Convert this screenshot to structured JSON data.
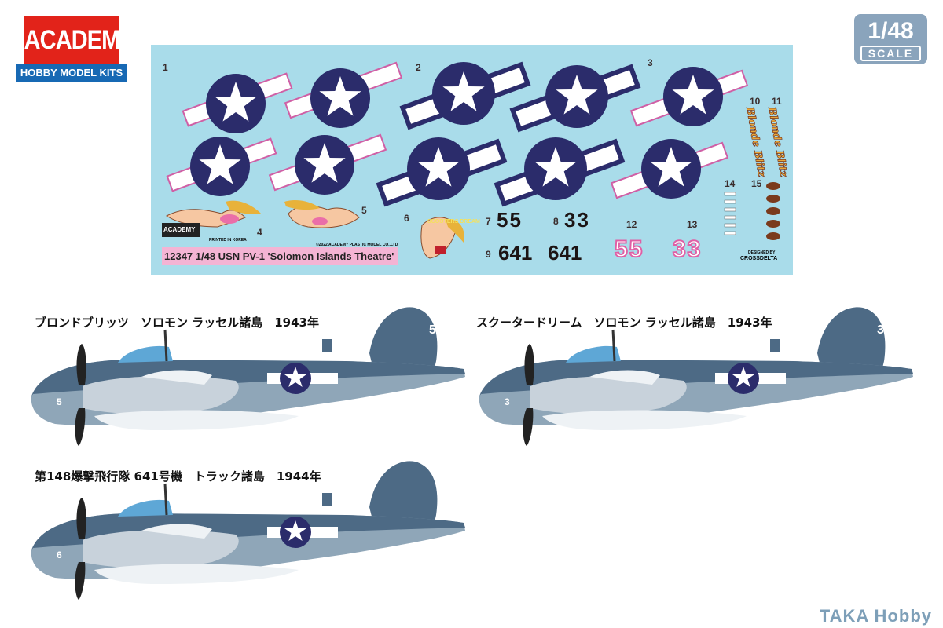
{
  "brand": {
    "name": "ACADEMY",
    "tagline": "HOBBY MODEL KITS"
  },
  "scale_badge": {
    "ratio": "1/48",
    "label": "SCALE"
  },
  "decal_sheet": {
    "product_line": "12347 1/48 USN PV-1 'Solomon Islands Theatre'",
    "sheet_logo": "ACADEMY",
    "printed_in": "PRINTED IN KOREA",
    "copyright": "©2022 ACADEMY PLASTIC MODEL CO.,LTD",
    "designed_by_label": "DESIGNED BY",
    "designer": "CROSSDELTA",
    "nose_art_text": "SCOOTERS DREAM",
    "numbers": {
      "n1": "1",
      "n2": "2",
      "n3": "3",
      "n4": "4",
      "n5": "5",
      "n6": "6",
      "n7": "7",
      "n8": "8",
      "n9": "9",
      "n10": "10",
      "n11": "11",
      "n12": "12",
      "n13": "13",
      "n14": "14",
      "n15": "15"
    },
    "codes": {
      "c7": "55",
      "c8": "33",
      "c9a": "641",
      "c9b": "641",
      "c12": "55",
      "c13": "33"
    },
    "colors": {
      "sheet": "#a9dcea",
      "insignia_blue": "#2b2c6b",
      "pink": "#f2a3c9",
      "code_black": "#1c1414"
    }
  },
  "profiles": [
    {
      "caption": "ブロンドブリッツ　ソロモン ラッセル諸島　1943年",
      "tail_code": "5",
      "nose_code": "5"
    },
    {
      "caption": "スクータードリーム　ソロモン ラッセル諸島　1943年",
      "tail_code": "3",
      "nose_code": "3"
    },
    {
      "caption": "第148爆撃飛行隊 641号機　トラック諸島　1944年",
      "tail_code": "",
      "nose_code": "6"
    }
  ],
  "watermark": "TAKA Hobby"
}
